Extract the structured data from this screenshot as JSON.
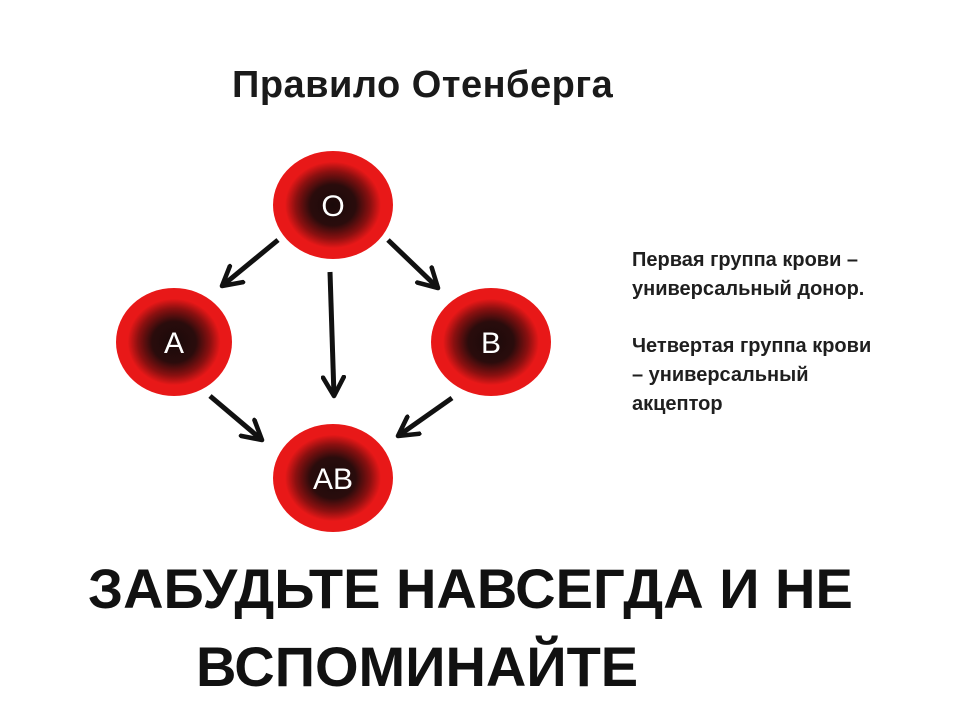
{
  "title": "Правило Отенберга",
  "nodes": {
    "o": "O",
    "a": "A",
    "b": "B",
    "ab": "AB"
  },
  "notes": {
    "first_line1": "Первая группа крови –",
    "first_line2": "универсальный донор.",
    "fourth_line1": "Четвертая группа крови",
    "fourth_line2": "– универсальный",
    "fourth_line3": "акцептор"
  },
  "footer": {
    "line1": "ЗАБУДЬТЕ НАВСЕГДА И НЕ",
    "line2": "ВСПОМИНАЙТЕ"
  },
  "colors": {
    "cell_outer": "#e81818",
    "cell_inner": "#1a0a0a",
    "arrow": "#111111"
  }
}
